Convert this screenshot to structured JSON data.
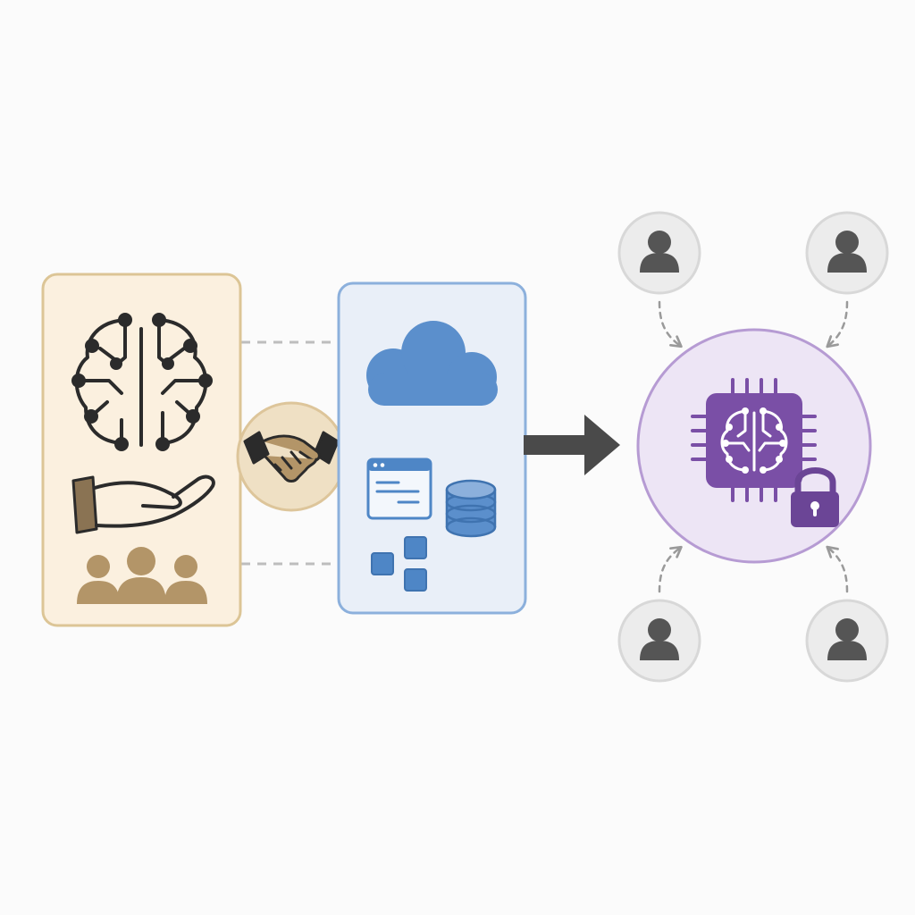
{
  "colors": {
    "background": "#fbfbfb",
    "ai_panel_fill": "#fbf0df",
    "ai_panel_border": "#dcc596",
    "ai_icon_stroke": "#2b2b2b",
    "people_fill": "#b39568",
    "handshake_badge_fill": "#efe0c4",
    "handshake_badge_border": "#ddc59a",
    "cloud_panel_fill": "#e9eff8",
    "cloud_panel_border": "#8cb0dc",
    "cloud_fill": "#5b8fcc",
    "component_blue": "#4e86c6",
    "arrow_fill": "#4a4a4a",
    "dashed_connector": "#bdbdbd",
    "hub_fill": "#ede5f5",
    "hub_border": "#b69bd3",
    "chip_fill": "#7a4fa6",
    "lock_fill": "#6b4596",
    "user_circle_fill": "#ececec",
    "user_circle_border": "#d8d8d8",
    "user_icon_fill": "#555555",
    "user_arrow": "#9a9a9a"
  },
  "icons": {
    "ai_brain": "circuit-brain-icon",
    "offering_hand": "open-hand-icon",
    "team": "people-group-icon",
    "partnership": "handshake-icon",
    "cloud": "cloud-icon",
    "app_window": "browser-window-icon",
    "database": "database-icon",
    "modules": "module-blocks-icon",
    "flow": "right-arrow-icon",
    "ai_chip": "ai-chip-icon",
    "security": "padlock-icon",
    "user": "user-icon"
  },
  "users": [
    {
      "position": "top-left"
    },
    {
      "position": "top-right"
    },
    {
      "position": "bottom-left"
    },
    {
      "position": "bottom-right"
    }
  ]
}
